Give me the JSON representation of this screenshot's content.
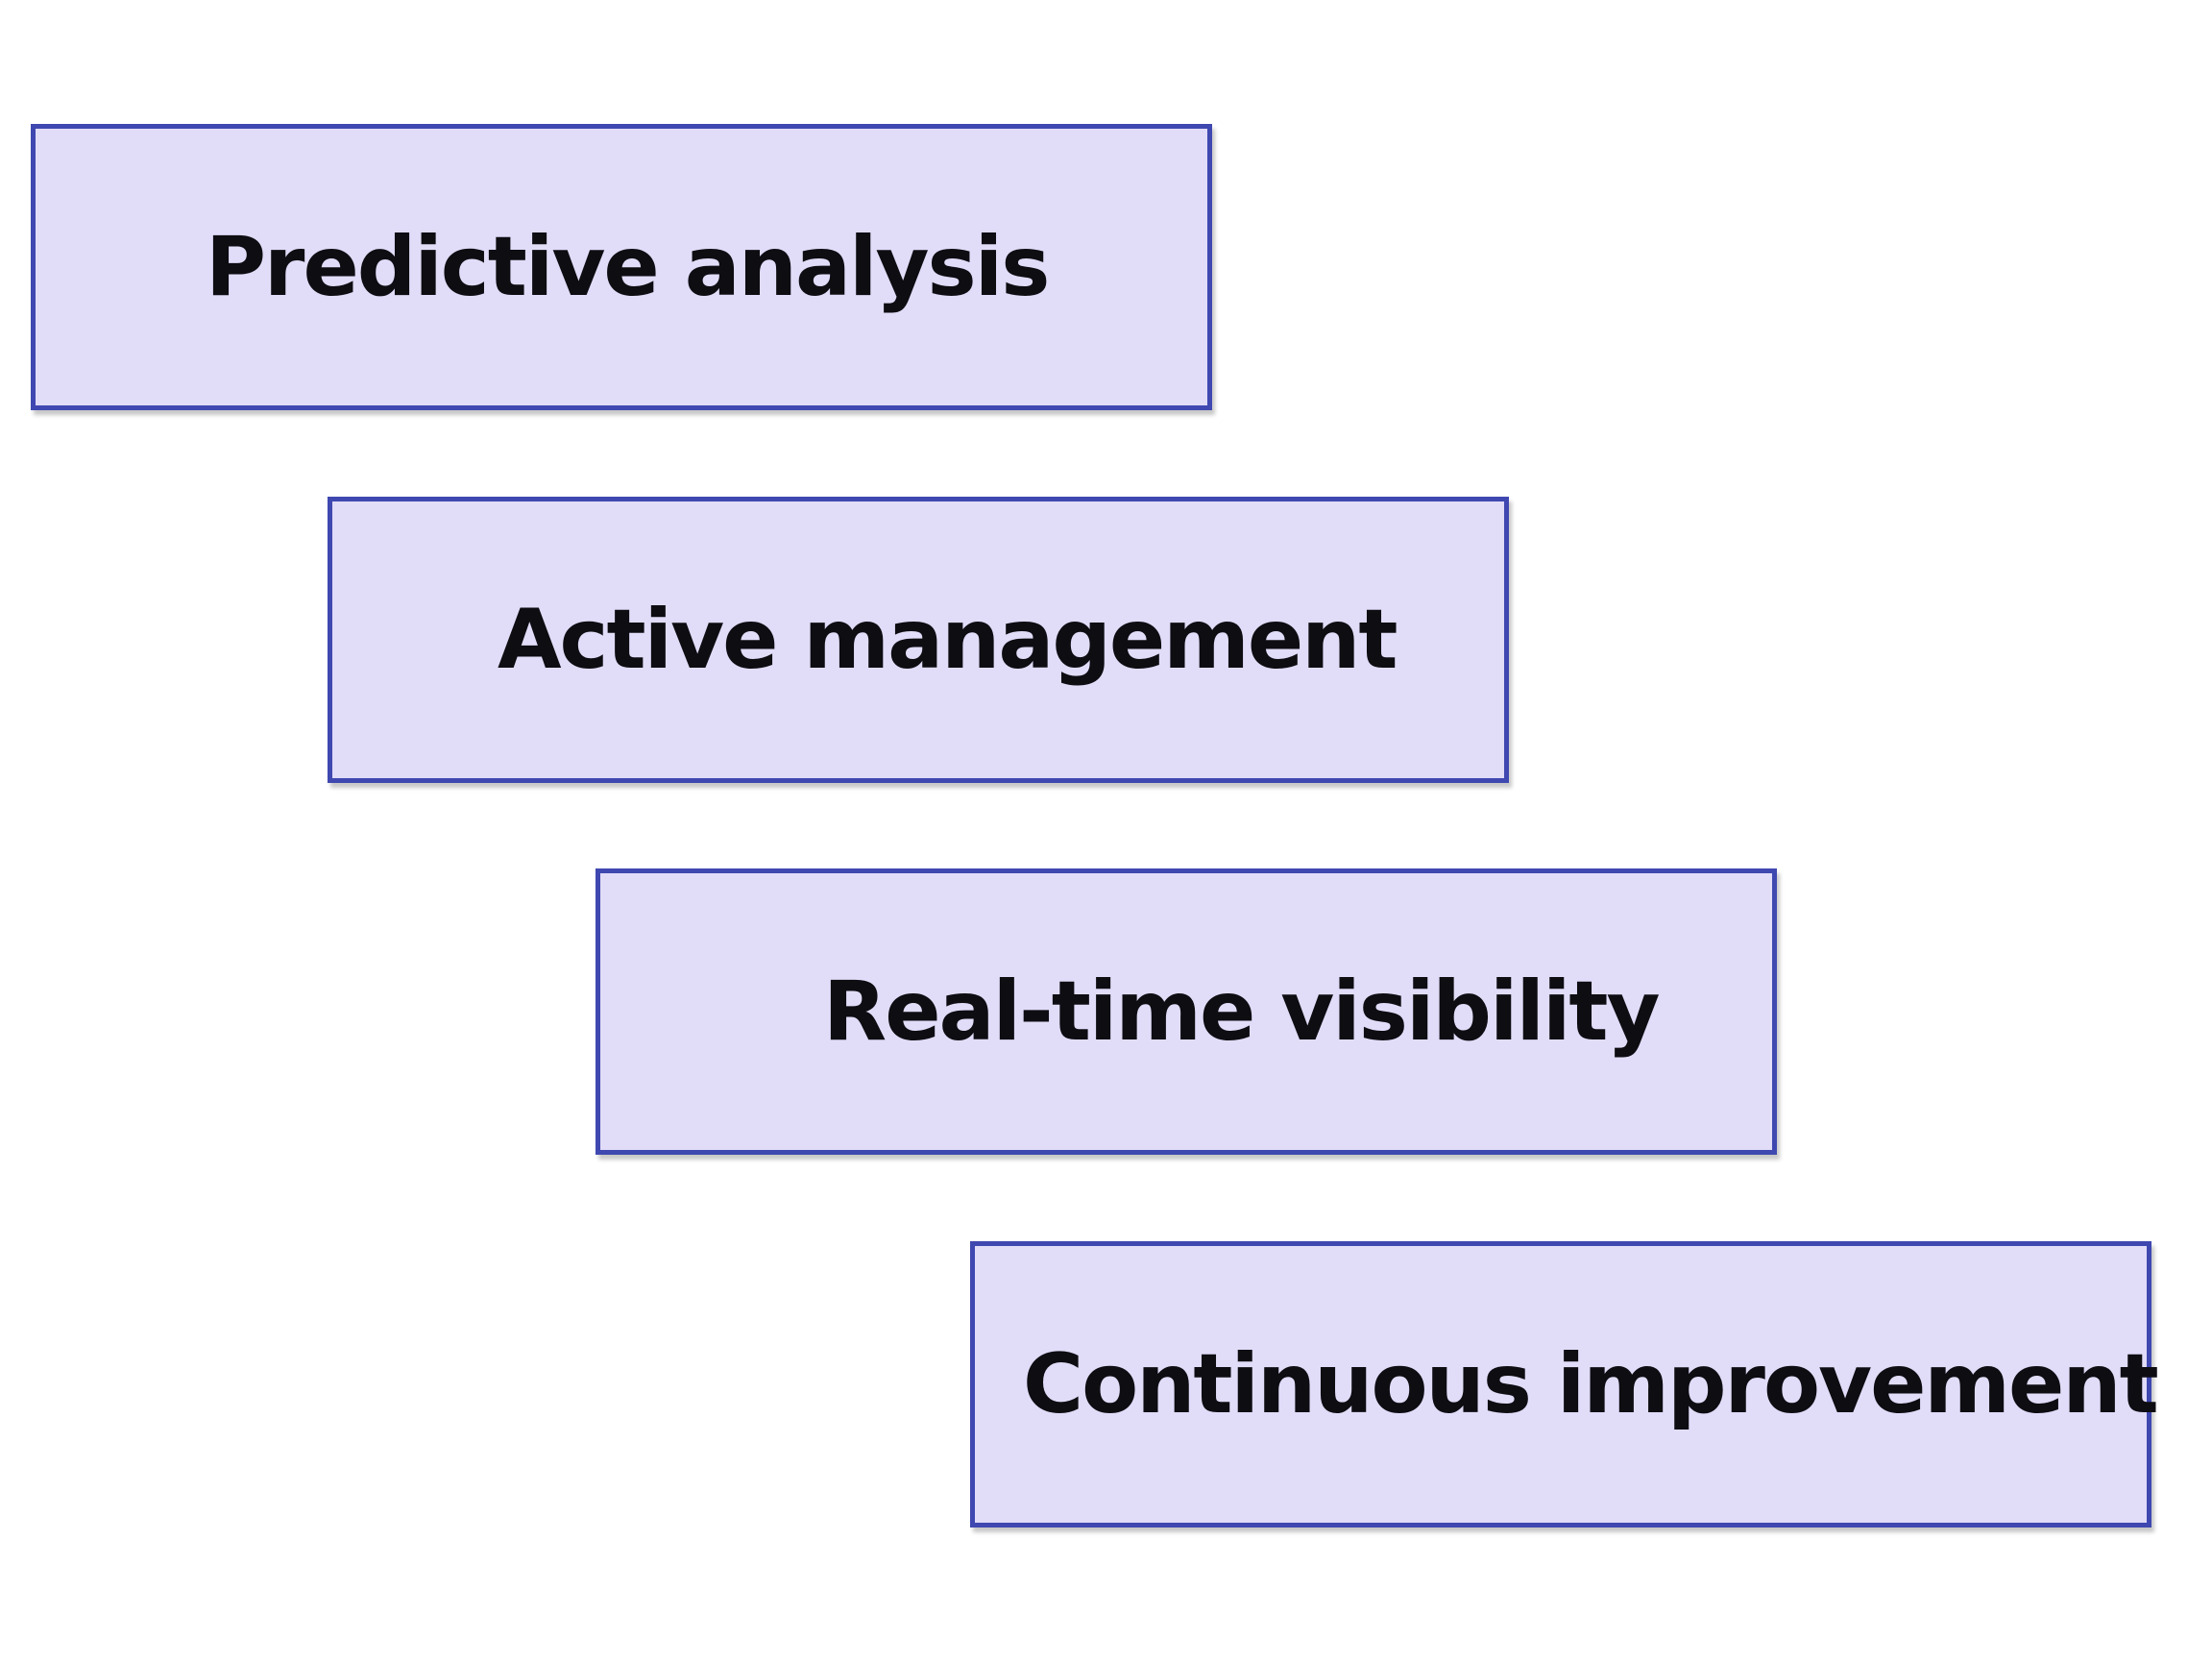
{
  "diagram": {
    "steps": [
      {
        "label": "Predictive analysis"
      },
      {
        "label": "Active management"
      },
      {
        "label": "Real-time visibility"
      },
      {
        "label": "Continuous improvement"
      }
    ]
  },
  "colors": {
    "box_fill": "#e1dcf8",
    "box_border": "#3f48b0",
    "text": "#0d0d12",
    "background": "#ffffff"
  }
}
